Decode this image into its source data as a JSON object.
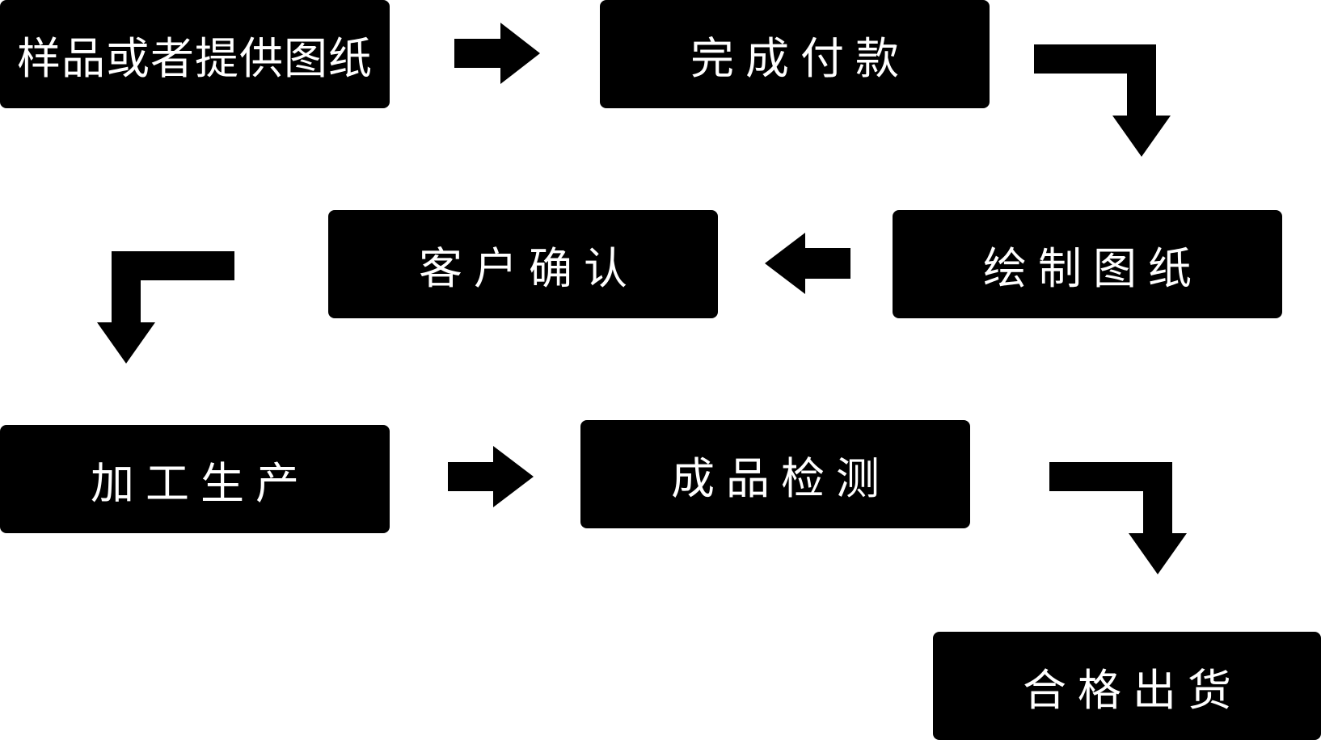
{
  "flow": {
    "steps": [
      {
        "id": "s1",
        "label": "样品或者提供图纸"
      },
      {
        "id": "s2",
        "label": "完成付款"
      },
      {
        "id": "s3",
        "label": "绘制图纸"
      },
      {
        "id": "s4",
        "label": "客户确认"
      },
      {
        "id": "s5",
        "label": "加工生产"
      },
      {
        "id": "s6",
        "label": "成品检测"
      },
      {
        "id": "s7",
        "label": "合格出货"
      }
    ],
    "connections": [
      {
        "from": "s1",
        "to": "s2",
        "direction": "right"
      },
      {
        "from": "s2",
        "to": "s3",
        "direction": "right-then-down"
      },
      {
        "from": "s3",
        "to": "s4",
        "direction": "left"
      },
      {
        "from": "s4",
        "to": "s5",
        "direction": "left-then-down"
      },
      {
        "from": "s5",
        "to": "s6",
        "direction": "right"
      },
      {
        "from": "s6",
        "to": "s7",
        "direction": "right-then-down"
      }
    ],
    "colors": {
      "box_fill": "#000000",
      "box_text": "#ffffff",
      "arrow_fill": "#000000",
      "background": "#ffffff"
    }
  }
}
